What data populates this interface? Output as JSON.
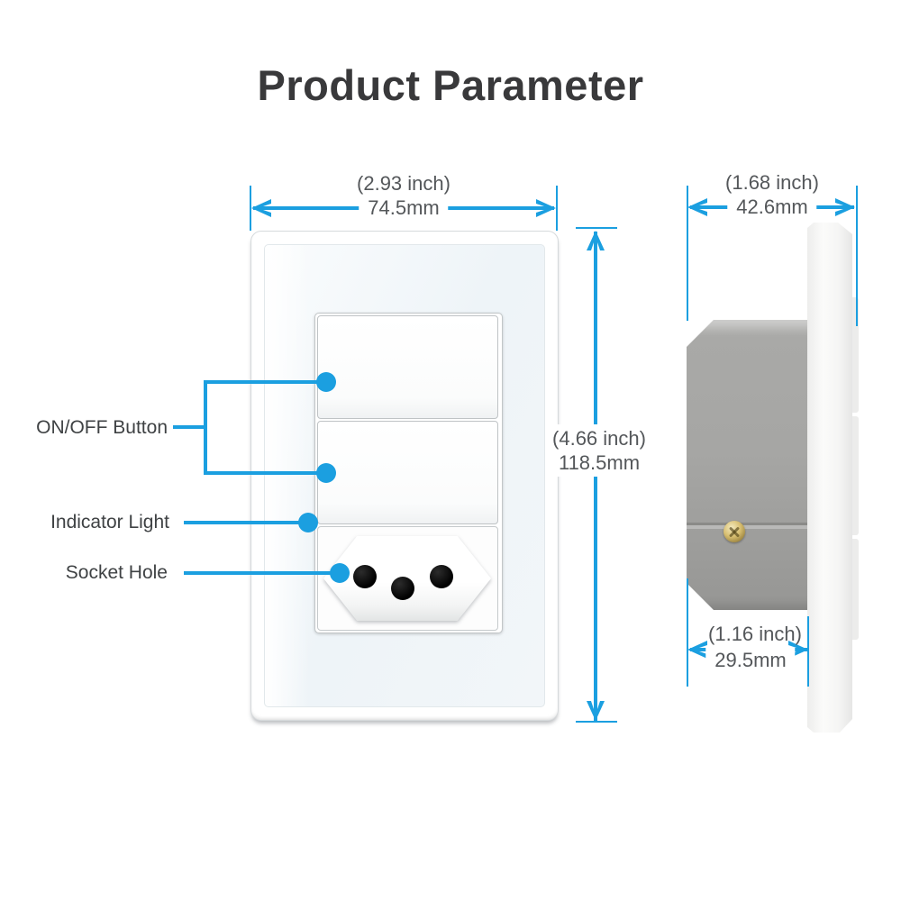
{
  "title": "Product Parameter",
  "colors": {
    "accent": "#1b9fe0",
    "title_text": "#39393b",
    "label_text": "#3f4244",
    "dimension_text": "#54575a"
  },
  "callouts": {
    "on_off_button": "ON/OFF Button",
    "indicator_light": "Indicator Light",
    "socket_hole": "Socket Hole"
  },
  "dimensions": {
    "front_width": {
      "inch": "(2.93 inch)",
      "mm": "74.5mm"
    },
    "front_height": {
      "inch": "(4.66 inch)",
      "mm": "118.5mm"
    },
    "side_depth_total": {
      "inch": "(1.68 inch)",
      "mm": "42.6mm"
    },
    "side_box_depth": {
      "inch": "(1.16 inch)",
      "mm": "29.5mm"
    }
  }
}
